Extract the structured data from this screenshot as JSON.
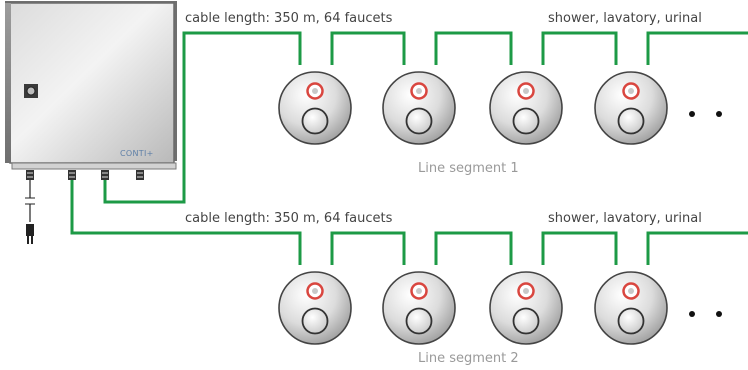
{
  "controller": {
    "brand_label": "CONTI+"
  },
  "segments": [
    {
      "cable_label": "cable length: 350 m, 64 faucets",
      "faucet_label": "shower, lavatory, urinal",
      "name": "Line segment 1",
      "faucet_count_drawn": 4
    },
    {
      "cable_label": "cable length: 350 m, 64 faucets",
      "faucet_label": "shower, lavatory, urinal",
      "name": "Line segment 2",
      "faucet_count_drawn": 4
    }
  ],
  "colors": {
    "cable": "#1d9a46",
    "indicator_ring": "#d9463f",
    "text": "#444444",
    "segment_label": "#9a9a9a",
    "brand": "#5e7fa7"
  },
  "icons": {
    "faucet": "round-faucet-panel-icon",
    "controller": "control-box-icon",
    "plug": "power-plug-icon",
    "continuation": "ellipsis-dots-icon"
  }
}
